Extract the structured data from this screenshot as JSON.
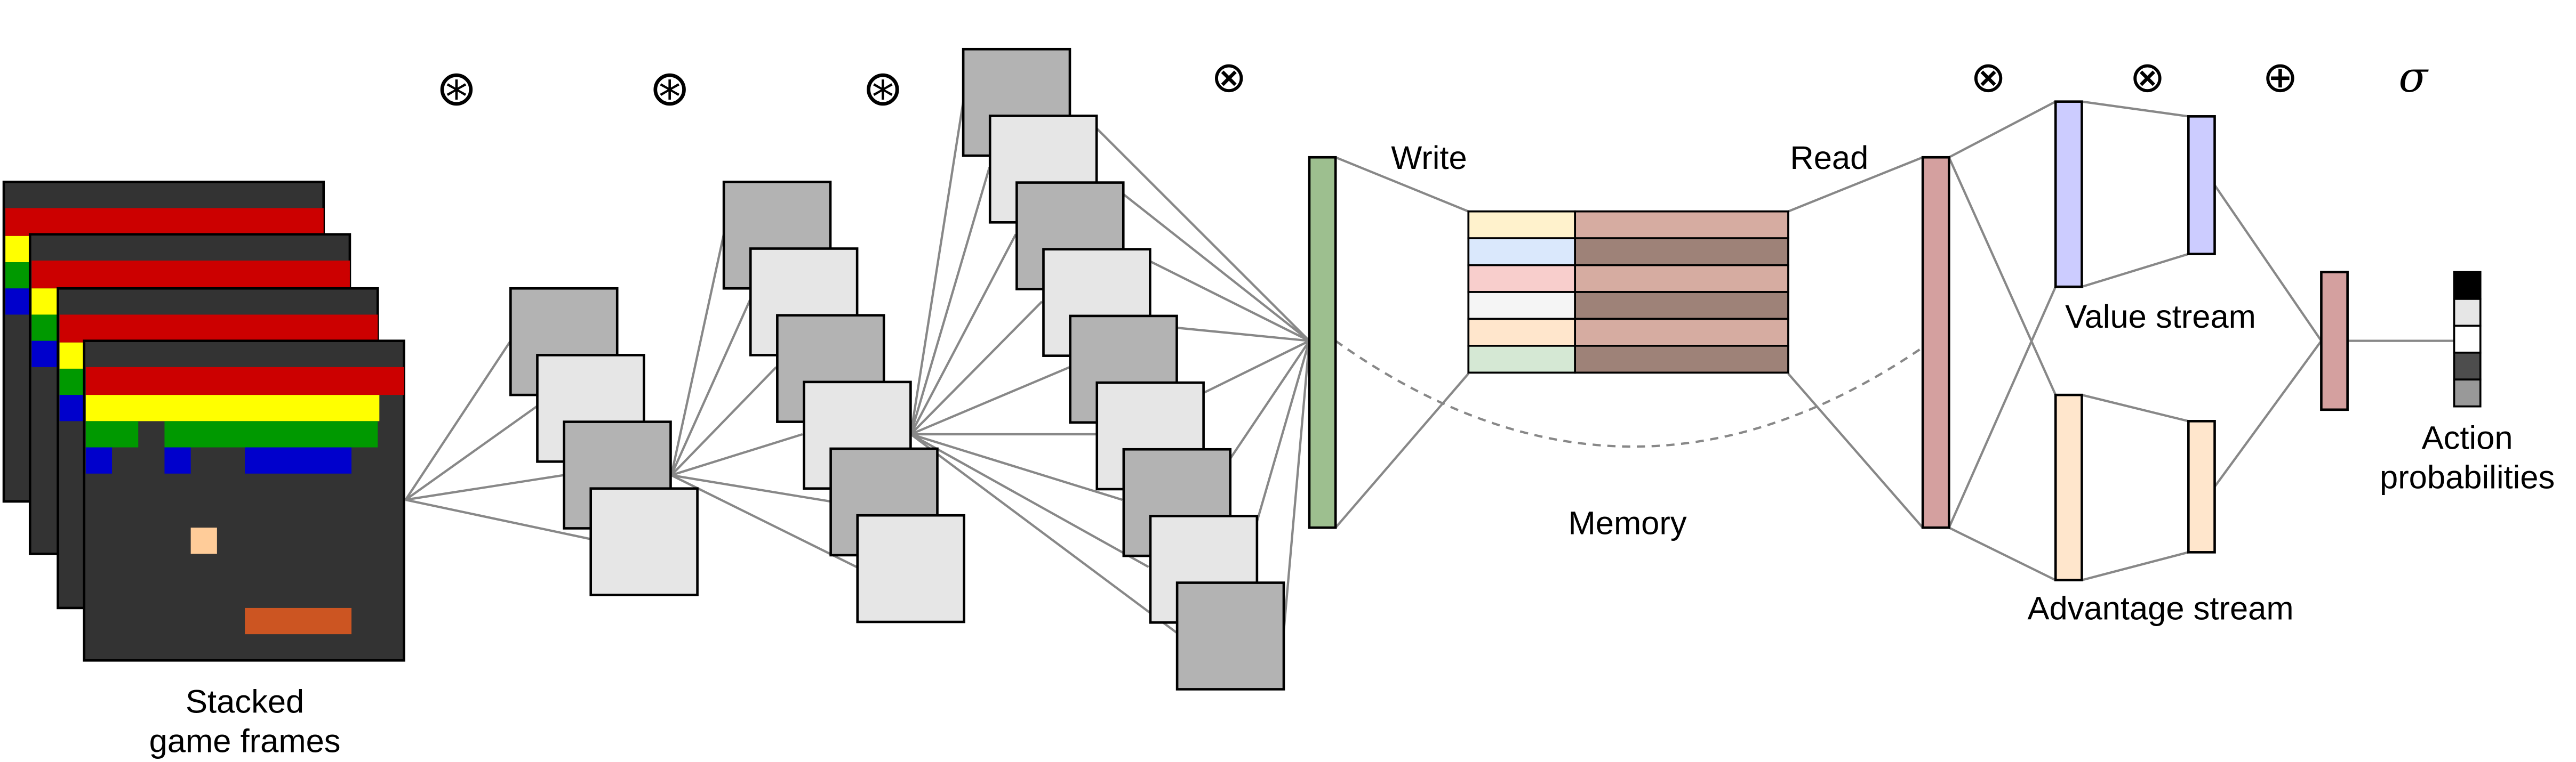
{
  "labels": {
    "stacked_frames": [
      "Stacked",
      "game frames"
    ],
    "write": "Write",
    "read": "Read",
    "memory": "Memory",
    "value_stream": "Value stream",
    "advantage_stream": "Advantage stream",
    "action_probabilities": [
      "Action",
      "probabilities"
    ]
  },
  "operators": {
    "conv": "⊛",
    "product": "⊗",
    "sum": "⊕",
    "sigmoid": "σ"
  },
  "colors": {
    "frame_background": "#333333",
    "frame_red": "#cc0000",
    "frame_yellow": "#ffff00",
    "frame_green": "#009900",
    "frame_blue": "#0000cc",
    "ball": "#ffcc99",
    "paddle": "#cc5522",
    "feature_dark": "#b3b3b3",
    "feature_light": "#e6e6e6",
    "write_vector": "#9dbf8f",
    "read_vector": "#d4a09f",
    "value_stream": "#ccccff",
    "advantage_stream": "#ffe6cc",
    "output_vector": "#d4a09f",
    "connection_line": "#888888",
    "memory_keys": [
      "#fff2cc",
      "#dae8fc",
      "#f8cecc",
      "#f5f5f5",
      "#ffe6cc",
      "#d5e8d4"
    ],
    "memory_values": [
      "#d6aca1",
      "#9e8278",
      "#d6aca1",
      "#9e8278",
      "#d6aca1",
      "#9e8278"
    ],
    "action_probabilities": [
      "#000000",
      "#e6e6e6",
      "#ffffff",
      "#4d4d4d",
      "#999999"
    ]
  }
}
